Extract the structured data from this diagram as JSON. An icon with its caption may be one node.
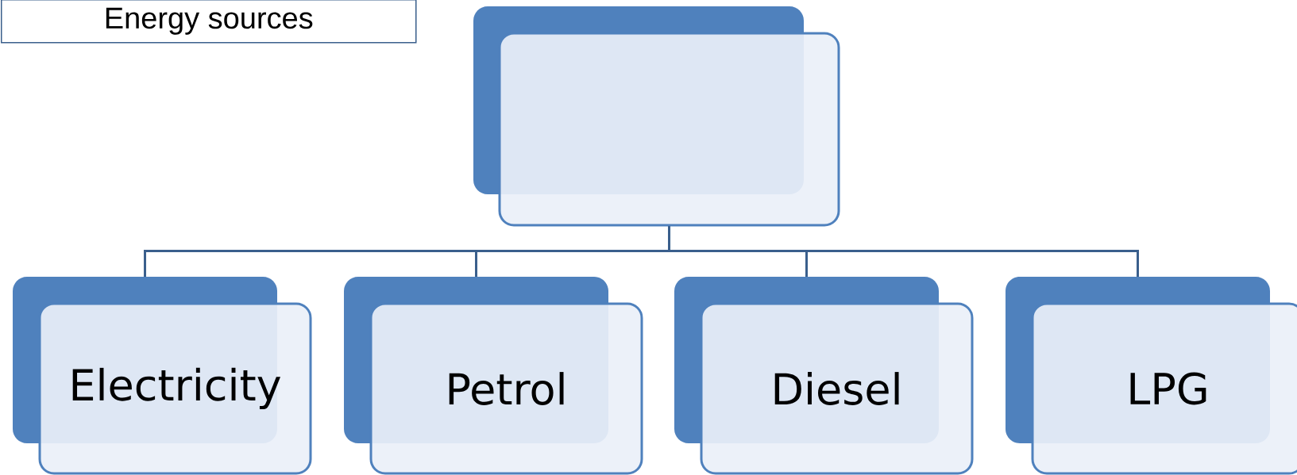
{
  "diagram": {
    "nodes": [
      {
        "text": [
          "Energy sources"
        ]
      },
      {
        "text": [],
        "shape": "box"
      },
      {
        "text": [
          "Electricity"
        ]
      },
      {
        "text": [
          "Petrol"
        ]
      },
      {
        "text": [
          "Diesel"
        ]
      },
      {
        "text": [
          "LPG"
        ]
      }
    ],
    "edges": [
      {
        "from": 1,
        "to": 2,
        "arrow": "none"
      },
      {
        "from": 1,
        "to": 3,
        "arrow": "none"
      },
      {
        "from": 1,
        "to": 4,
        "arrow": "none"
      },
      {
        "from": 1,
        "to": 5,
        "arrow": "none"
      }
    ]
  }
}
